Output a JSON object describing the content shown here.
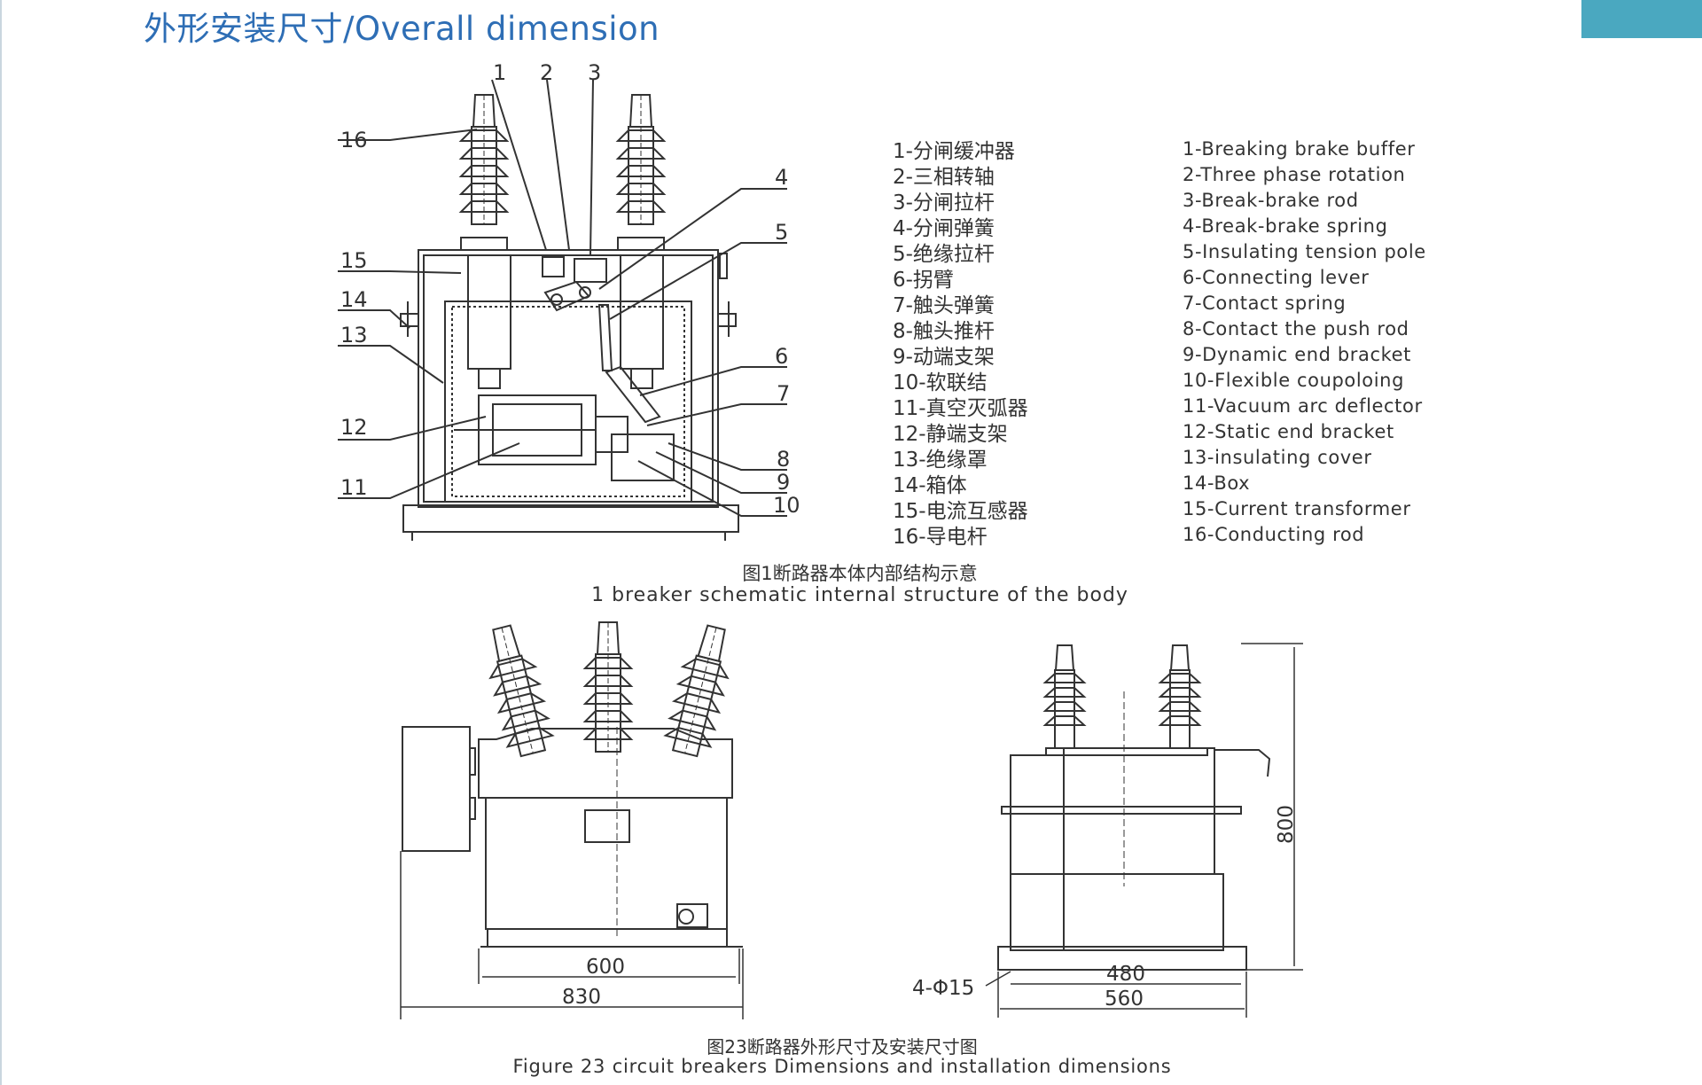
{
  "page": {
    "title": "外形安装尺寸/Overall dimension",
    "accent_color": "#4aa8c0",
    "title_color": "#2e6eb5"
  },
  "figure1": {
    "callouts": [
      "1",
      "2",
      "3",
      "4",
      "5",
      "6",
      "7",
      "8",
      "9",
      "10",
      "11",
      "12",
      "13",
      "14",
      "15",
      "16"
    ],
    "legend_cn": [
      "1-分闸缓冲器",
      "2-三相转轴",
      "3-分闸拉杆",
      "4-分闸弹簧",
      "5-绝缘拉杆",
      "6-拐臂",
      "7-触头弹簧",
      "8-触头推杆",
      "9-动端支架",
      "10-软联结",
      "11-真空灭弧器",
      "12-静端支架",
      "13-绝缘罩",
      "14-箱体",
      "15-电流互感器",
      "16-导电杆"
    ],
    "legend_en": [
      "1-Breaking brake buffer",
      "2-Three phase rotation",
      "3-Break-brake rod",
      "4-Break-brake spring",
      "5-Insulating tension pole",
      "6-Connecting lever",
      "7-Contact spring",
      "8-Contact the push rod",
      "9-Dynamic end bracket",
      "10-Flexible coupoloing",
      "11-Vacuum arc deflector",
      "12-Static end bracket",
      "13-insulating cover",
      "14-Box",
      "15-Current transformer",
      "16-Conducting rod"
    ],
    "caption_cn": "图1断路器本体内部结构示意",
    "caption_en": "1 breaker schematic internal structure of the body"
  },
  "figure23": {
    "dim_600": "600",
    "dim_830": "830",
    "dim_480": "480",
    "dim_560": "560",
    "dim_800": "800",
    "holes": "4-Φ15",
    "caption_cn": "图23断路器外形尺寸及安装尺寸图",
    "caption_en": "Figure 23 circuit breakers Dimensions and installation dimensions"
  }
}
